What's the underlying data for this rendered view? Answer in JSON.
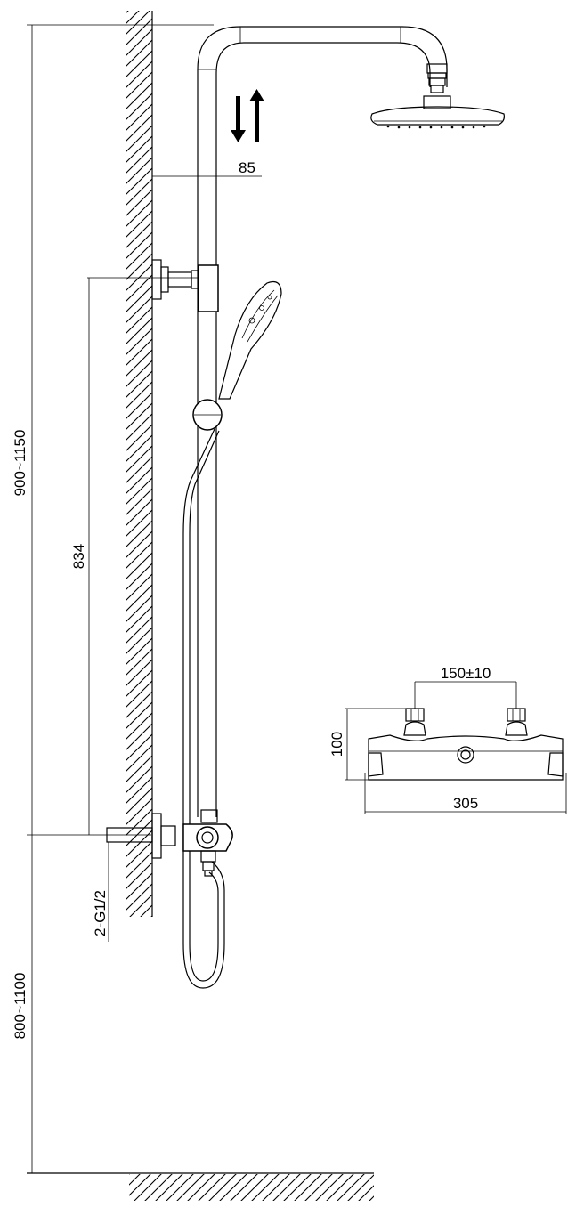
{
  "dimensions": {
    "rail_length": "900~1150",
    "bracket_height": "834",
    "wall_offset": "85",
    "inlet_thread": "2-G1/2",
    "mount_height": "800~1100",
    "valve_spacing": "150±10",
    "valve_height": "100",
    "valve_width": "305"
  },
  "icons": {
    "adjust_arrows": "up-down-arrows-icon"
  }
}
